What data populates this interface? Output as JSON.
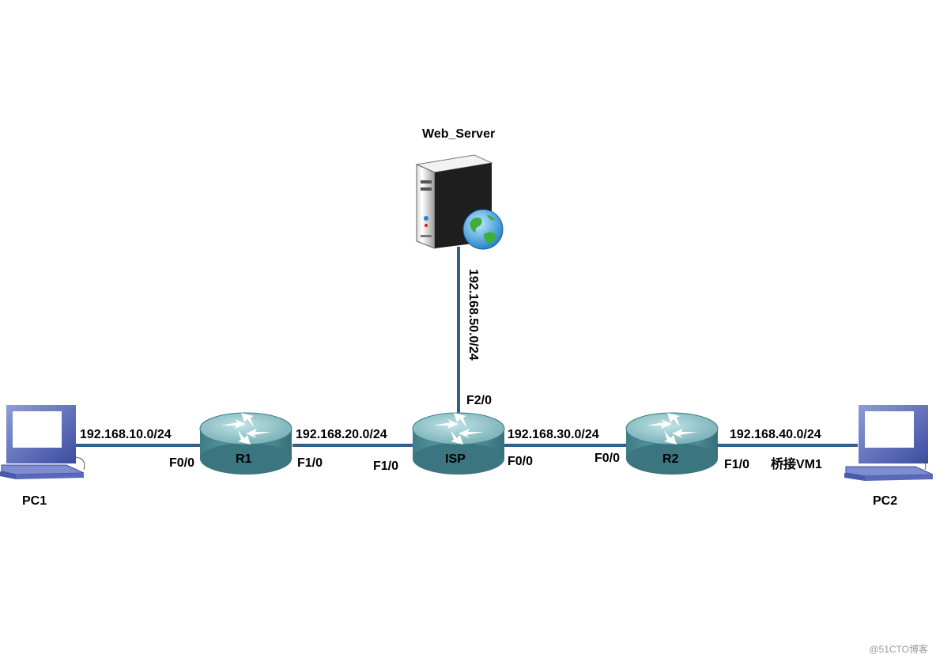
{
  "nodes": {
    "web_server": "Web_Server",
    "pc1": "PC1",
    "pc2": "PC2",
    "r1": "R1",
    "isp": "ISP",
    "r2": "R2"
  },
  "networks": {
    "pc1_r1": "192.168.10.0/24",
    "r1_isp": "192.168.20.0/24",
    "isp_server": "192.168.50.0/24",
    "isp_r2": "192.168.30.0/24",
    "r2_pc2": "192.168.40.0/24"
  },
  "interfaces": {
    "r1_left": "F0/0",
    "r1_right": "F1/0",
    "isp_left": "F1/0",
    "isp_right": "F0/0",
    "isp_top": "F2/0",
    "r2_left": "F0/0",
    "r2_right": "F1/0"
  },
  "notes": {
    "bridge": "桥接VM1"
  },
  "watermark": "@51CTO博客",
  "colors": {
    "link": "#2f5f8a",
    "router_body": "#4f8f98",
    "router_top": "#8fc7cd",
    "pc_frame": "#3a4fa8",
    "pc_screen": "#ffffff",
    "server_body": "#2a2a2a"
  }
}
